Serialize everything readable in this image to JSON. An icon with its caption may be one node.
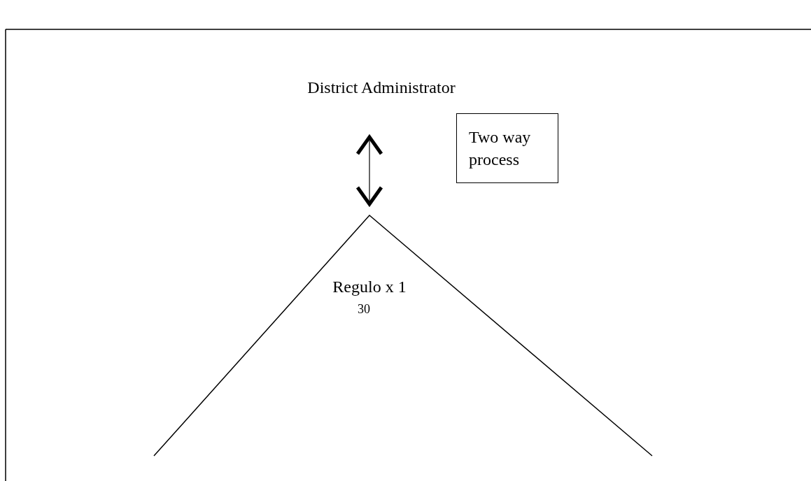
{
  "diagram": {
    "nodes": [
      {
        "text": [
          "District Administrator"
        ]
      },
      {
        "text": [
          "Regulo x 1",
          "30"
        ]
      },
      {
        "text": [
          "Two way process"
        ]
      }
    ],
    "edges": [
      {
        "from": 0,
        "to": 1,
        "arrow": "both"
      }
    ]
  }
}
